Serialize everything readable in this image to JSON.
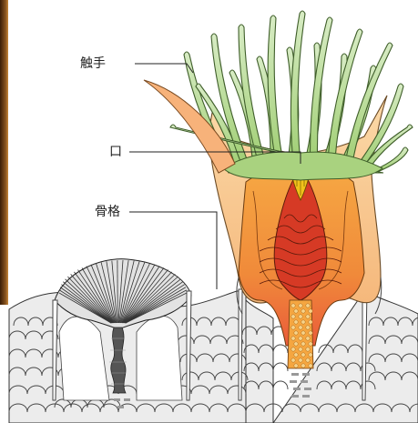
{
  "diagram": {
    "labels": {
      "tentacle": "触手",
      "mouth": "口",
      "skeleton": "骨格"
    },
    "colors": {
      "tentacle_fill": "#b4d894",
      "tentacle_stroke": "#3f5e2a",
      "body_outer": "#f7c790",
      "body_inner": "#f29a3a",
      "pharynx": "#d8402a",
      "mouth_yellow": "#f1c21b",
      "skeleton_gray": "#e6e6e6",
      "skeleton_line": "#333333",
      "photo_edge": "#6b3e12"
    }
  }
}
